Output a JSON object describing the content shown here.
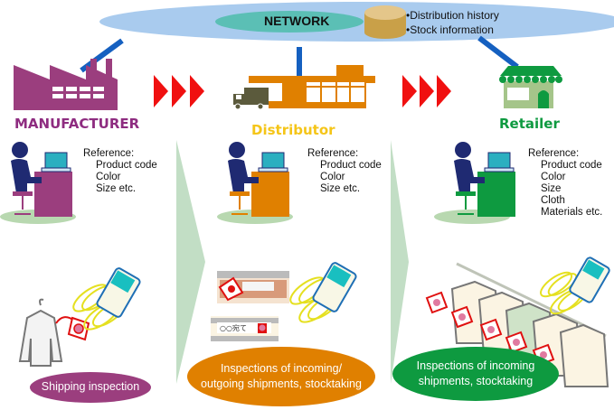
{
  "network": {
    "label": "NETWORK",
    "info": [
      "•Distribution history",
      "•Stock information"
    ]
  },
  "stages": [
    {
      "title": "MANUFACTURER",
      "color": "#8E2C80",
      "reference_label": "Reference:",
      "reference_items": [
        "Product code",
        "Color",
        "Size etc."
      ],
      "activity": "Shipping inspection",
      "activity_color": "#9B3E7E"
    },
    {
      "title": "Distributor",
      "color": "#F5C518",
      "reference_label": "Reference:",
      "reference_items": [
        "Product code",
        "Color",
        "Size etc."
      ],
      "activity_lines": [
        "Inspections of incoming/",
        "outgoing shipments, stocktaking"
      ],
      "activity_color": "#E08000",
      "label_text": "○○宛て"
    },
    {
      "title": "Retailer",
      "color": "#0E9A40",
      "reference_label": "Reference:",
      "reference_items": [
        "Product code",
        "Color",
        "Size",
        "Cloth",
        "Materials etc."
      ],
      "activity_lines": [
        "Inspections of incoming",
        "shipments, stocktaking"
      ],
      "activity_color": "#0E9A40"
    }
  ],
  "colors": {
    "network_cloud": "#A9CBEE",
    "network_oval": "#5BBFB5",
    "database": "#D9B56E",
    "link_line": "#1560C0",
    "arrow": "#F01010",
    "flow_arrow": "#C2DEC5"
  }
}
